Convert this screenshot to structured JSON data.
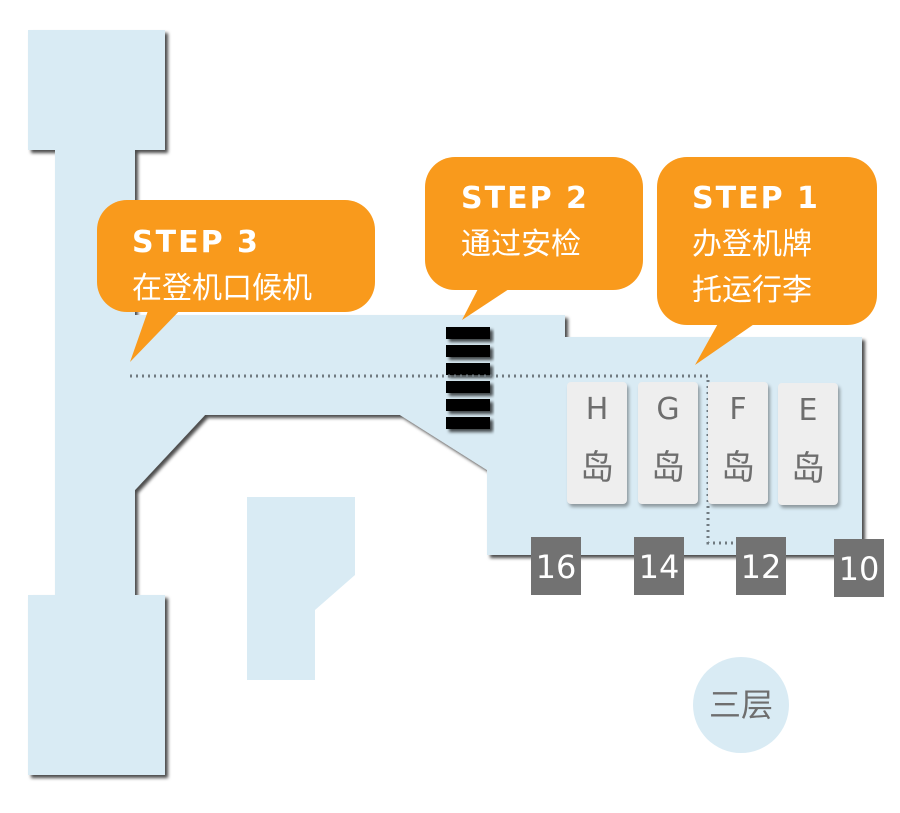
{
  "steps": [
    {
      "step": "STEP 3",
      "text": "在登机口候机"
    },
    {
      "step": "STEP 2",
      "text": "通过安检"
    },
    {
      "step": "STEP 1",
      "line1": "办登机牌",
      "line2": "托运行李"
    }
  ],
  "islands": [
    {
      "letter": "H",
      "label": "岛"
    },
    {
      "letter": "G",
      "label": "岛"
    },
    {
      "letter": "F",
      "label": "岛"
    },
    {
      "letter": "E",
      "label": "岛"
    }
  ],
  "gates": [
    "16",
    "14",
    "12",
    "10"
  ],
  "floor_label": "三层",
  "colors": {
    "floor": "#d9ebf4",
    "bubble": "#f99a1c",
    "gate": "#727272",
    "island": "#eeeeee"
  }
}
